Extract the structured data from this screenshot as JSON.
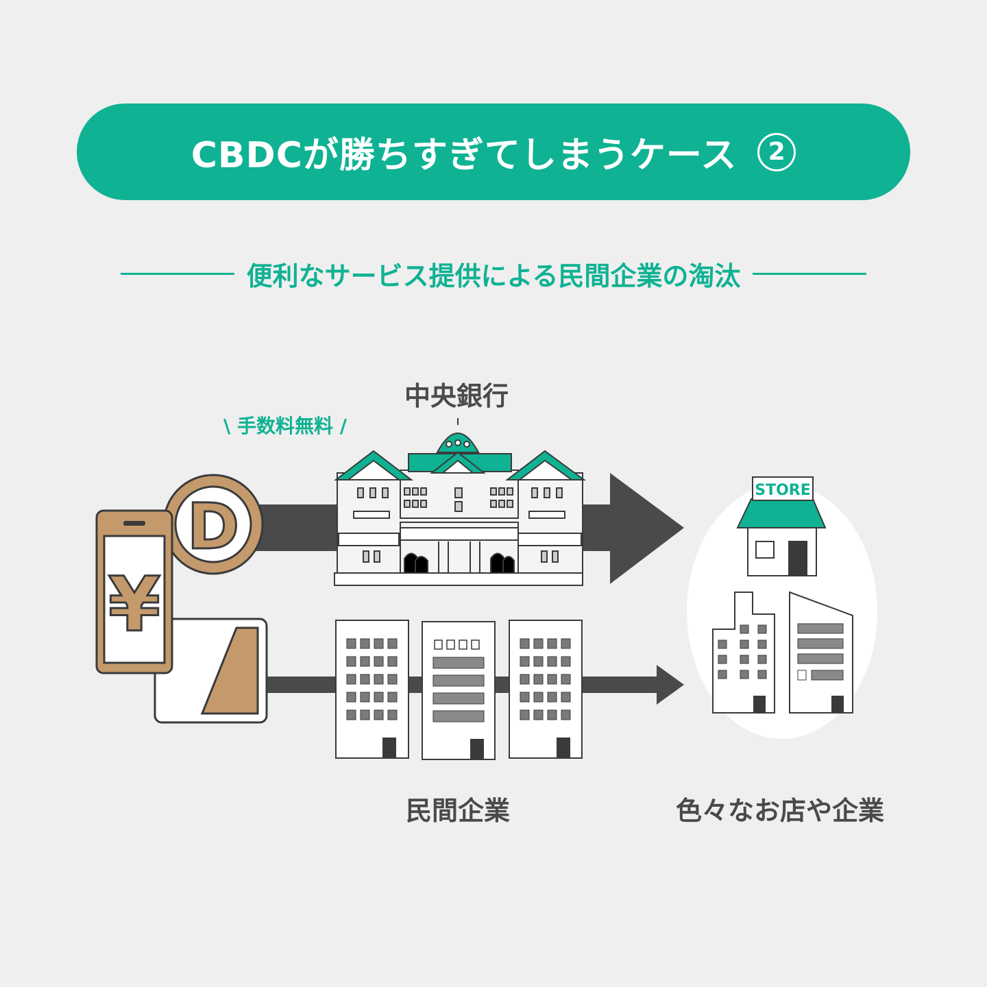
{
  "title": {
    "text": "CBDCが勝ちすぎてしまうケース",
    "number": "2"
  },
  "subtitle": "便利なサービス提供による民間企業の淘汰",
  "fee_note": "\\ 手数料無料 /",
  "labels": {
    "central_bank": "中央銀行",
    "private_companies": "民間企業",
    "stores_companies": "色々なお店や企業"
  },
  "icons": {
    "coin_letter": "D",
    "yen_symbol": "¥",
    "store_sign": "STORE"
  },
  "colors": {
    "accent": "#0fb293",
    "gold": "#c49a6c",
    "arrow": "#4a4a4a",
    "background": "#efefef"
  }
}
